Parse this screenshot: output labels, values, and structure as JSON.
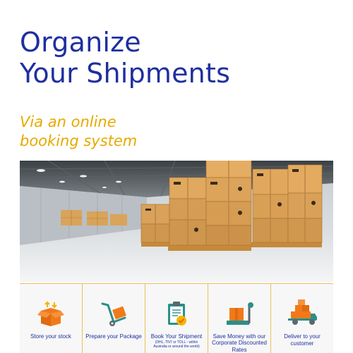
{
  "headline": {
    "line1": "Organize",
    "line2": "Your Shipments"
  },
  "subheadline": {
    "line1": "Via an online",
    "line2": "booking system"
  },
  "features": [
    {
      "label": "Store your stock",
      "icon": "open-box-icon"
    },
    {
      "label": "Prepare your Package",
      "icon": "hand-truck-icon"
    },
    {
      "label": "Book Your Shipment",
      "sublabel": "(DHL, TNT or TOLL - within Australia or around the world)",
      "icon": "clipboard-check-icon"
    },
    {
      "label": "Save Money with our Corporate Discounted Rates",
      "icon": "scale-package-icon"
    },
    {
      "label": "Deliver to your customer",
      "icon": "delivery-truck-icon"
    }
  ],
  "colors": {
    "headline": "#1f2f9f",
    "subheadline": "#e8a900",
    "accent_orange": "#f07a1a",
    "accent_teal": "#2a8f8a",
    "divider": "#e6c25c"
  }
}
